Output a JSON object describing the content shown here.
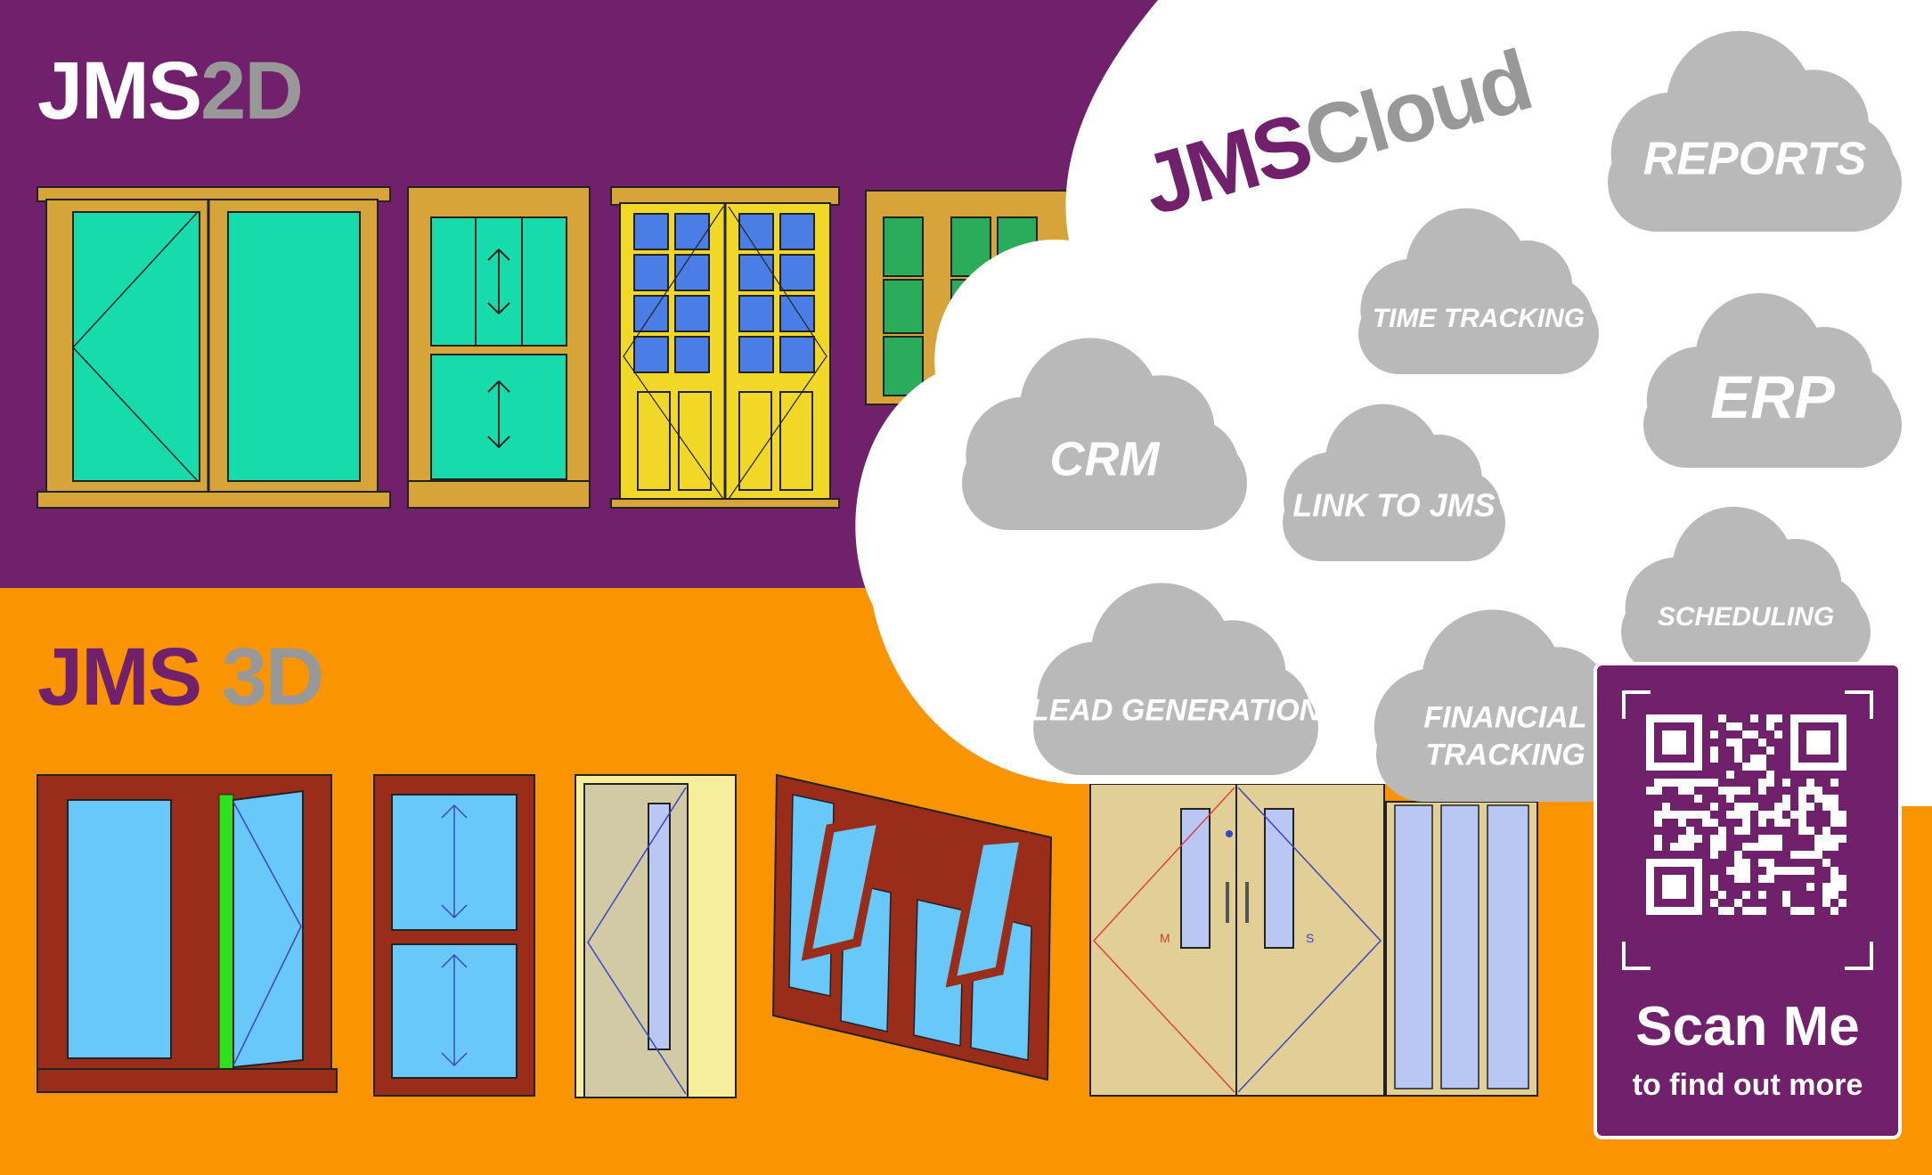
{
  "colors": {
    "purple": "#71216b",
    "orange": "#fa9401",
    "grey": "#989898",
    "cloud_grey": "#b9b9b9",
    "white": "#ffffff",
    "timber_2d": "#d7a43a",
    "glass_2d_green": "#16dcac",
    "glass_2d_blue": "#4a7ee6",
    "door_yellow": "#f1d826",
    "timber_3d": "#9a2c1a",
    "glass_3d": "#68c8f9",
    "door_beige": "#e2cf95"
  },
  "jms2d": {
    "prefix": "JMS",
    "suffix": "2D"
  },
  "jms3d": {
    "prefix": "JMS",
    "suffix": "3D"
  },
  "jmscloud": {
    "prefix": "JMS",
    "suffix": "Cloud"
  },
  "clouds": [
    {
      "id": "reports",
      "label": "REPORTS"
    },
    {
      "id": "time-tracking",
      "label": "TIME TRACKING"
    },
    {
      "id": "erp",
      "label": "ERP"
    },
    {
      "id": "crm",
      "label": "CRM"
    },
    {
      "id": "link-to-jms",
      "label": "LINK TO JMS"
    },
    {
      "id": "scheduling",
      "label": "SCHEDULING"
    },
    {
      "id": "lead-generation",
      "label": "LEAD GENERATION"
    },
    {
      "id": "financial-tracking",
      "label": "FINANCIAL TRACKING",
      "lines": [
        "FINANCIAL",
        "TRACKING"
      ]
    }
  ],
  "door_marks": {
    "left": "M",
    "right": "S"
  },
  "qr_card": {
    "title": "Scan Me",
    "subtitle": "to find out more"
  }
}
